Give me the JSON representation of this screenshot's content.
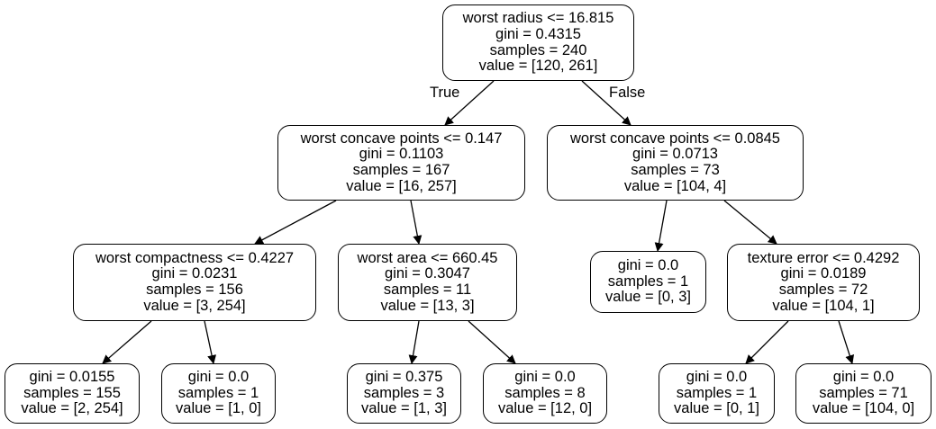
{
  "colors": {
    "line": "#000000",
    "background": "#ffffff"
  },
  "tree": {
    "nodes": {
      "n0": {
        "condition": "worst radius <= 16.815",
        "gini": "gini = 0.4315",
        "samples": "samples = 240",
        "value": "value = [120, 261]"
      },
      "n1": {
        "condition": "worst concave points <= 0.147",
        "gini": "gini = 0.1103",
        "samples": "samples = 167",
        "value": "value = [16, 257]"
      },
      "n2": {
        "condition": "worst concave points <= 0.0845",
        "gini": "gini = 0.0713",
        "samples": "samples = 73",
        "value": "value = [104, 4]"
      },
      "n3": {
        "condition": "worst compactness <= 0.4227",
        "gini": "gini = 0.0231",
        "samples": "samples = 156",
        "value": "value = [3, 254]"
      },
      "n4": {
        "condition": "worst area <= 660.45",
        "gini": "gini = 0.3047",
        "samples": "samples = 11",
        "value": "value = [13, 3]"
      },
      "n5": {
        "gini": "gini = 0.0",
        "samples": "samples = 1",
        "value": "value = [0, 3]"
      },
      "n6": {
        "condition": "texture error <= 0.4292",
        "gini": "gini = 0.0189",
        "samples": "samples = 72",
        "value": "value = [104, 1]"
      },
      "n7": {
        "gini": "gini = 0.0155",
        "samples": "samples = 155",
        "value": "value = [2, 254]"
      },
      "n8": {
        "gini": "gini = 0.0",
        "samples": "samples = 1",
        "value": "value = [1, 0]"
      },
      "n9": {
        "gini": "gini = 0.375",
        "samples": "samples = 3",
        "value": "value = [1, 3]"
      },
      "n10": {
        "gini": "gini = 0.0",
        "samples": "samples = 8",
        "value": "value = [12, 0]"
      },
      "n11": {
        "gini": "gini = 0.0",
        "samples": "samples = 1",
        "value": "value = [0, 1]"
      },
      "n12": {
        "gini": "gini = 0.0",
        "samples": "samples = 71",
        "value": "value = [104, 0]"
      }
    },
    "edge_labels": {
      "true_label": "True",
      "false_label": "False"
    }
  }
}
